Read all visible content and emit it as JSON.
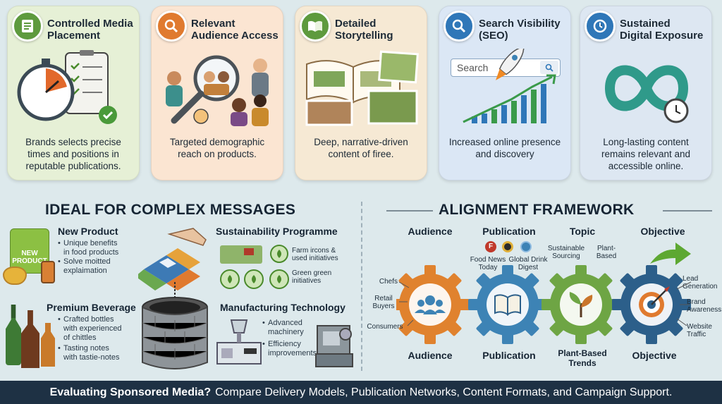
{
  "cards": [
    {
      "title": "Controlled Media\nPlacement",
      "description": "Brands selects precise\ntimes and positions in\nreputable publications.",
      "icon": "stopwatch-icon",
      "accent": "#5e9a3e"
    },
    {
      "title": "Relevant\nAudience Access",
      "description": "Targeted demographic\nreach on products.",
      "icon": "magnifier-people-icon",
      "accent": "#e07a2f"
    },
    {
      "title": "Detailed\nStorytelling",
      "description": "Deep, narrative-driven\ncontent of firee.",
      "icon": "open-book-icon",
      "accent": "#5e9a3e"
    },
    {
      "title": "Search Visibility\n(SEO)",
      "description": "Increased online presence\nand discovery",
      "icon": "search-icon",
      "accent": "#2f77b8",
      "search_placeholder": "Search"
    },
    {
      "title": "Sustained\nDigital Exposure",
      "description": "Long-lasting content\nremains relevant and\naccessible online.",
      "icon": "infinity-clock-icon",
      "accent": "#2f77b8"
    }
  ],
  "left_section": {
    "heading": "IDEAL FOR COMPLEX MESSAGES",
    "new_product": {
      "label": "NEW\nPRODUCT",
      "title": "New Product",
      "bullets": [
        "Unique benefits\nin food products",
        "Solve moitted\nexplaimation"
      ]
    },
    "premium_beverage": {
      "title": "Premium Beverage",
      "bullets": [
        "Crafted bottles\nwith experienced\nof chittles",
        "Tasting notes\nwith tastie-notes"
      ]
    },
    "sustainability": {
      "title": "Sustainability Programme",
      "bullets_plain": [
        "Farm ircons &\nused initiatives",
        "Green green\ninitiatives"
      ]
    },
    "manufacturing": {
      "title": "Manufacturing Technology",
      "bullets": [
        "Advanced\nmachinery",
        "Efficiency\nimprovements"
      ]
    }
  },
  "right_section": {
    "heading": "ALIGNMENT FRAMEWORK",
    "columns": [
      {
        "top": "Audience",
        "bottom": "Audience",
        "color": "#e0822e",
        "items": [
          "Chefs",
          "Retail\nBuyers",
          "Consumers"
        ]
      },
      {
        "top": "Publication",
        "bottom": "Publication",
        "color": "#3d83b5",
        "items": [
          "Food News\nToday",
          "Global Drink\nDigest"
        ]
      },
      {
        "top": "Topic",
        "bottom": "Plant-Based\nTrends",
        "color": "#6ea544",
        "items": [
          "Sustainable\nSourcing",
          "Plant-\nBased"
        ]
      },
      {
        "top": "Objective",
        "bottom": "Objective",
        "color": "#2c5f8a",
        "items": [
          "Lead\nGeneration",
          "Brand\nAwareness",
          "Website\nTraffic"
        ]
      }
    ]
  },
  "footer": {
    "bold": "Evaluating Sponsored Media?",
    "text": "Compare Delivery Models, Publication Networks, Content Formats, and Campaign Support."
  }
}
